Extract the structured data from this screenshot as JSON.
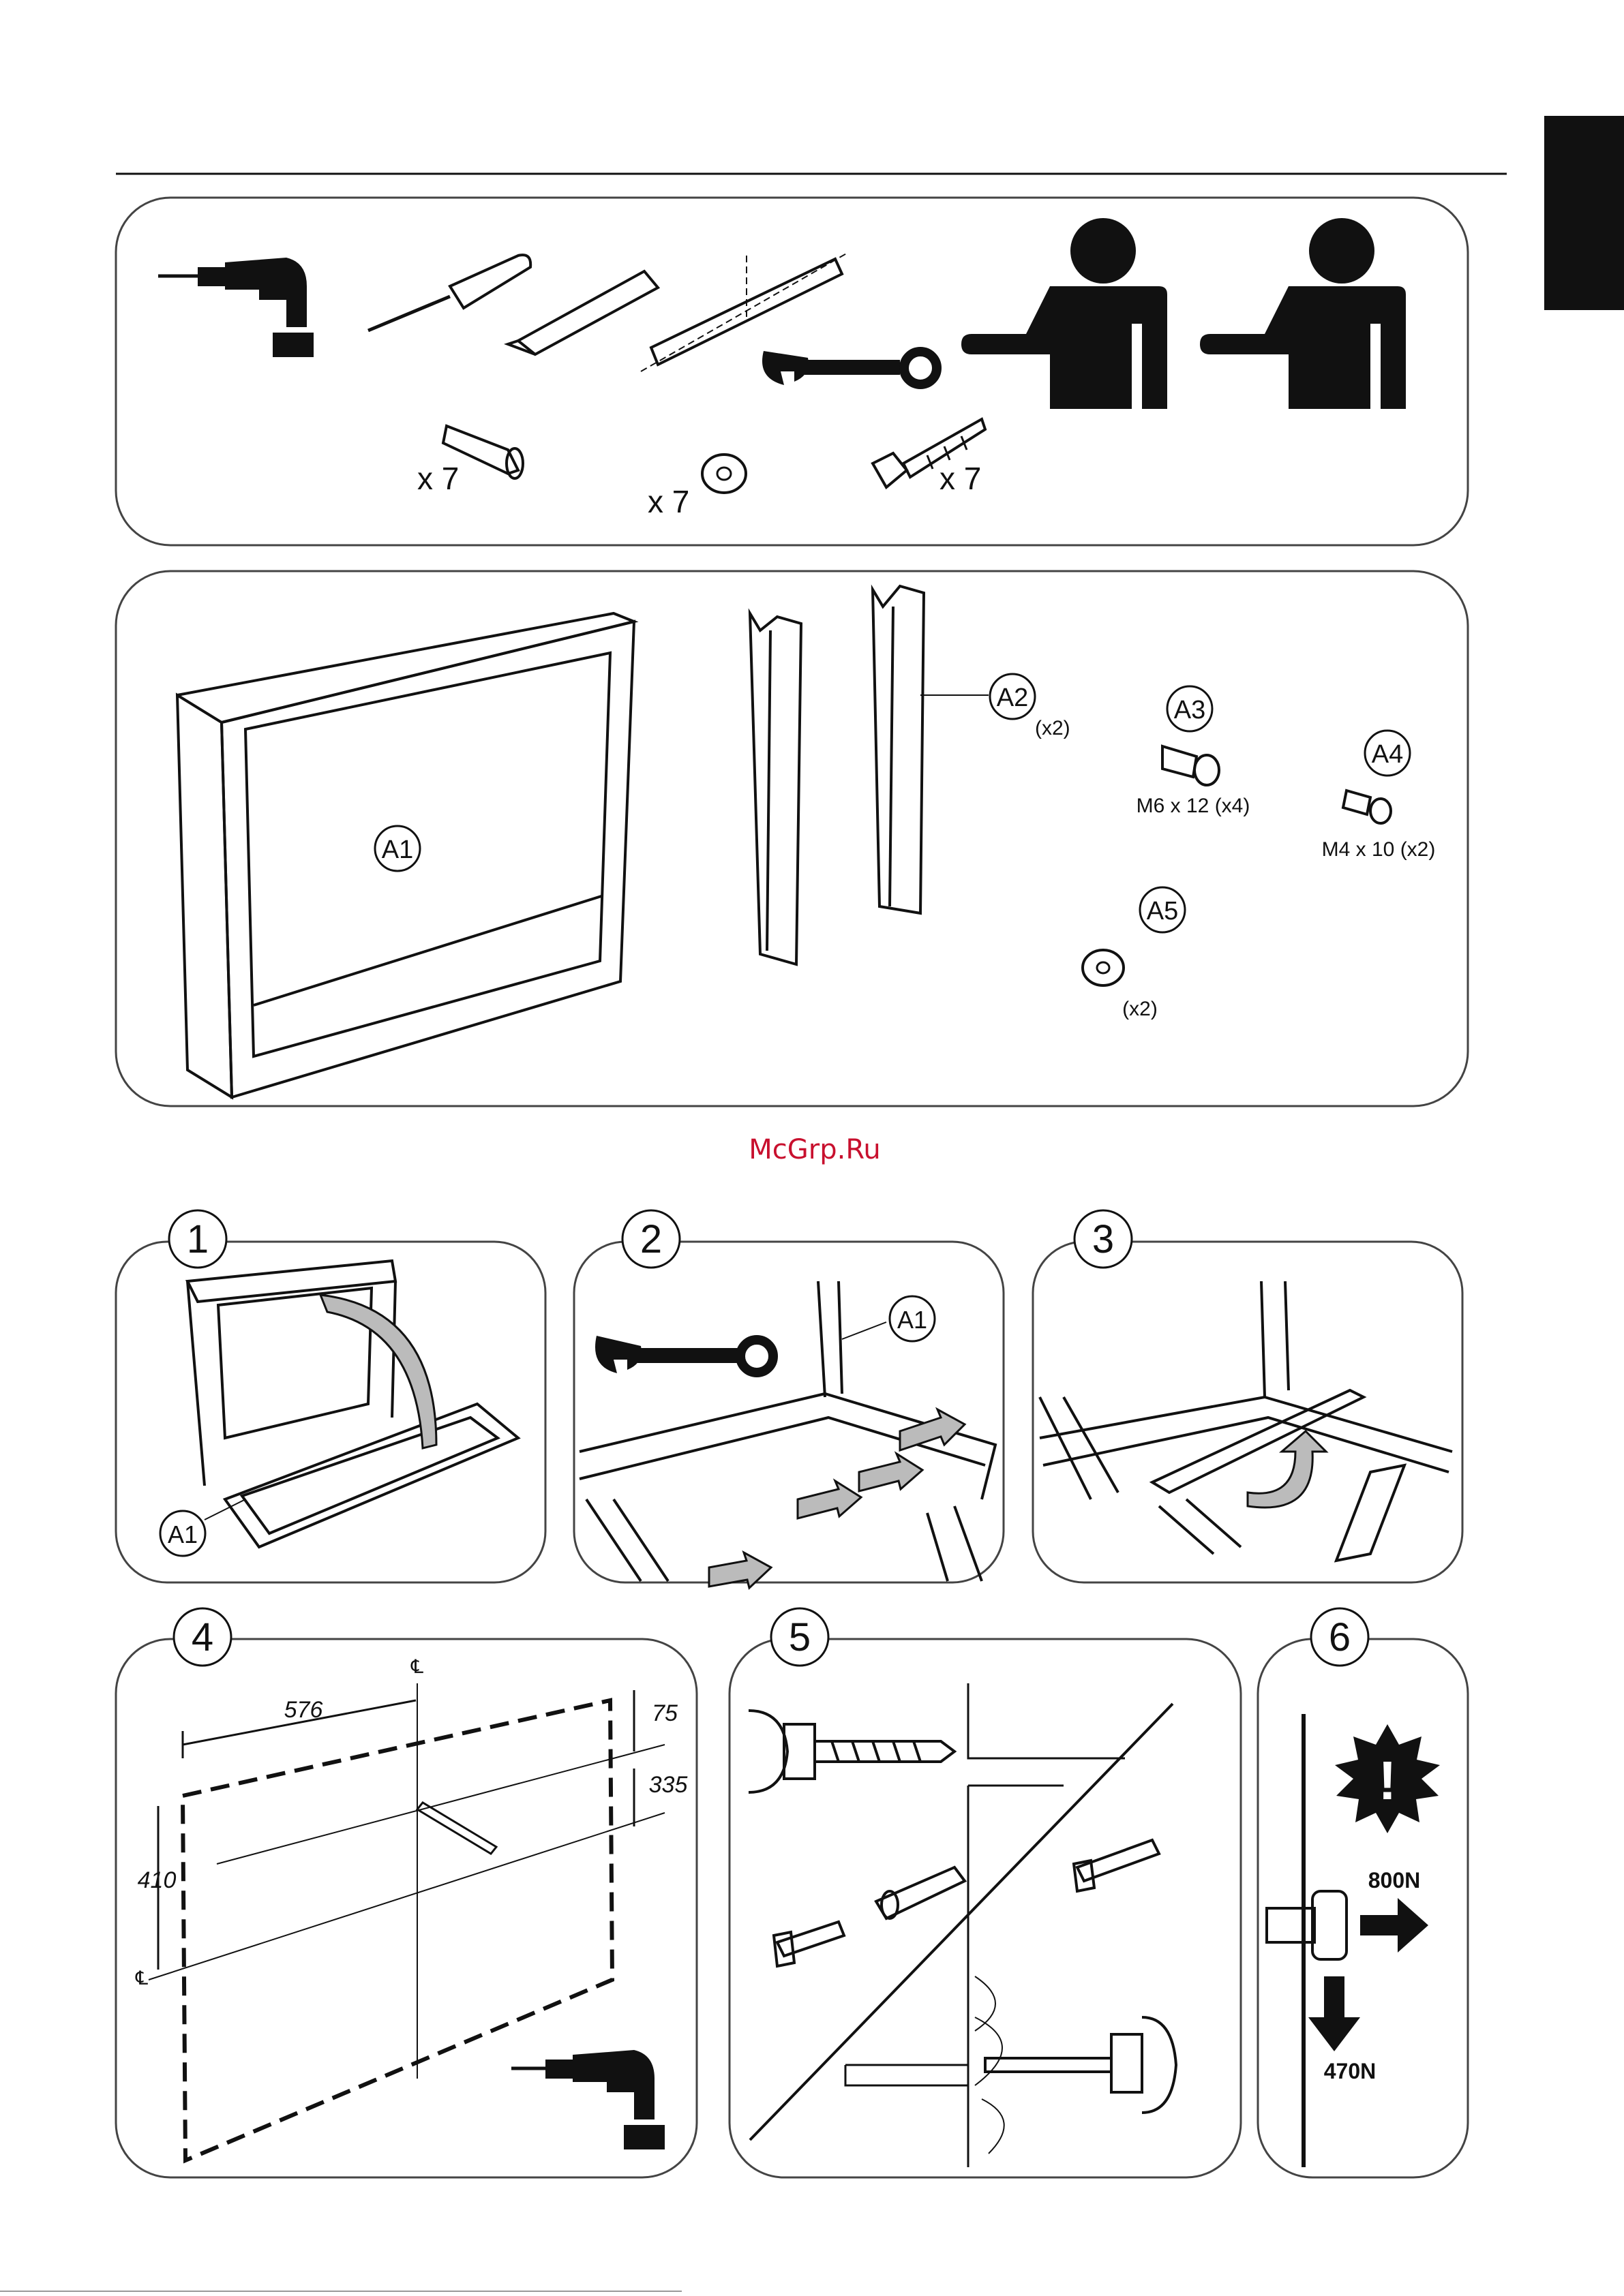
{
  "watermark": "McGrp.Ru",
  "tools_panel": {
    "quantities": {
      "plug": "x 7",
      "washer": "x 7",
      "screw": "x 7"
    }
  },
  "parts_panel": {
    "a1": {
      "label": "A1"
    },
    "a2": {
      "label": "A2",
      "qty": "(x2)"
    },
    "a3": {
      "label": "A3",
      "spec": "M6 x 12 (x4)"
    },
    "a4": {
      "label": "A4",
      "spec": "M4 x 10 (x2)"
    },
    "a5": {
      "label": "A5",
      "qty": "(x2)"
    }
  },
  "steps": [
    {
      "number": "1",
      "callout": "A1"
    },
    {
      "number": "2",
      "callout": "A1"
    },
    {
      "number": "3"
    },
    {
      "number": "4",
      "dims": {
        "width": "576",
        "top": "75",
        "middle": "335",
        "height": "410"
      }
    },
    {
      "number": "5"
    },
    {
      "number": "6",
      "forces": {
        "horizontal": "800N",
        "vertical": "470N"
      }
    }
  ]
}
